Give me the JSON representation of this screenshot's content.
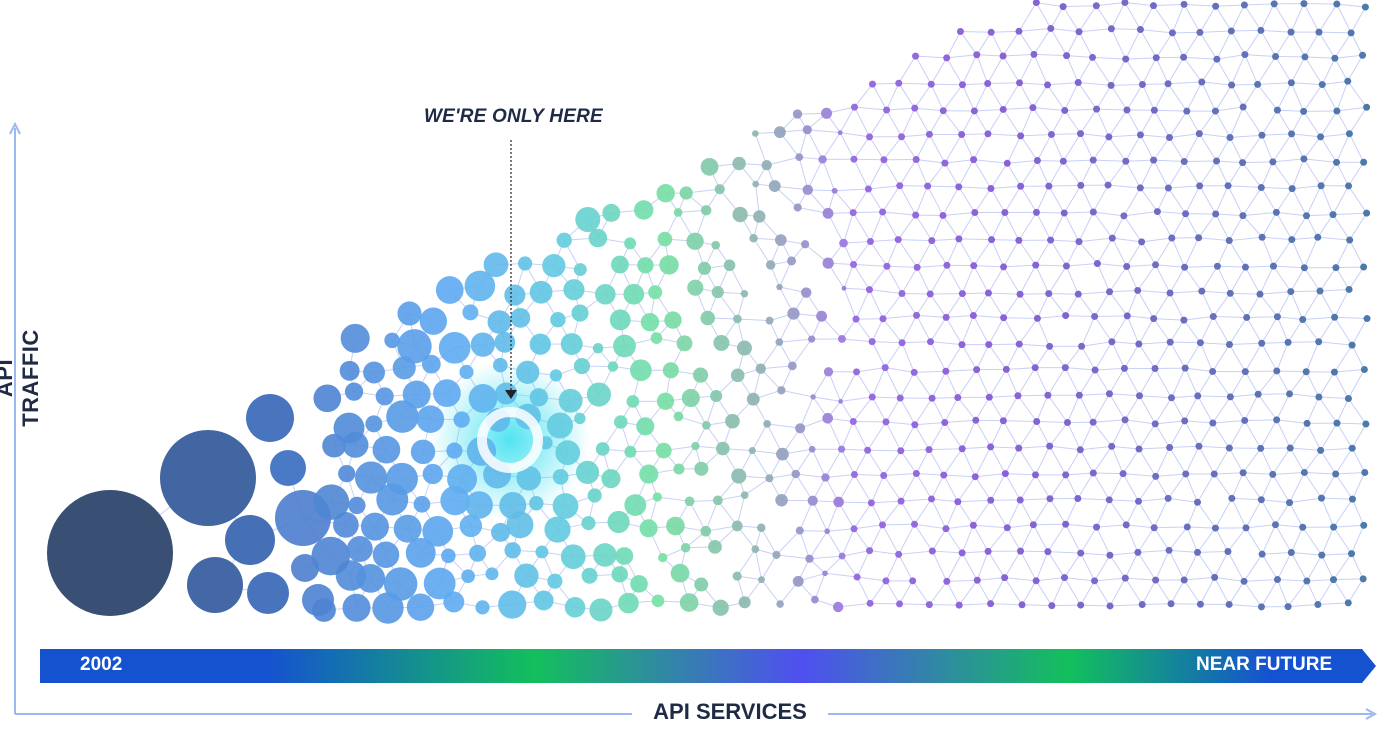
{
  "callout": {
    "text": "WE'RE ONLY HERE"
  },
  "axes": {
    "y_label": "API TRAFFIC",
    "x_label": "API SERVICES"
  },
  "timeline": {
    "start_label": "2002",
    "end_label": "NEAR FUTURE"
  },
  "colors": {
    "axis": "#9db8f0",
    "text": "#1f2a44",
    "links": "#c9d0f6",
    "timeline_gradient": [
      "#1552d0",
      "#13bf5c",
      "#4f4ff0",
      "#13bf5c",
      "#1552d0"
    ],
    "node_gradient": [
      "#34435d",
      "#4b7ccc",
      "#5eaaf2",
      "#62cbe0",
      "#74e1a2",
      "#8fb0b0",
      "#9a6ee2",
      "#8a62d6",
      "#4b7aa8"
    ],
    "glow": "#3fe0f0"
  }
}
